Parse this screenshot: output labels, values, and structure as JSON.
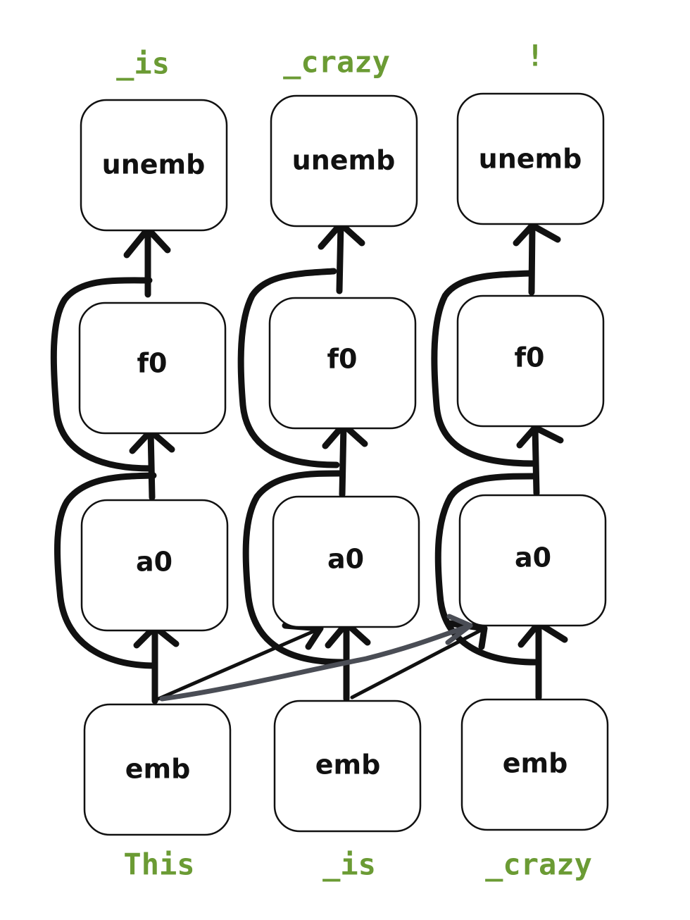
{
  "columns": [
    {
      "input_token": "This",
      "output_token": "_is",
      "boxes": {
        "emb": "emb",
        "attn": "a0",
        "mlp": "f0",
        "unemb": "unemb"
      }
    },
    {
      "input_token": "_is",
      "output_token": "_crazy",
      "boxes": {
        "emb": "emb",
        "attn": "a0",
        "mlp": "f0",
        "unemb": "unemb"
      }
    },
    {
      "input_token": "_crazy",
      "output_token": "!",
      "boxes": {
        "emb": "emb",
        "attn": "a0",
        "mlp": "f0",
        "unemb": "unemb"
      }
    }
  ],
  "colors": {
    "token": "#6b9b34",
    "stroke": "#111111",
    "cross_attention_highlight": "#4a4d55",
    "box_fill": "#ffffff"
  }
}
